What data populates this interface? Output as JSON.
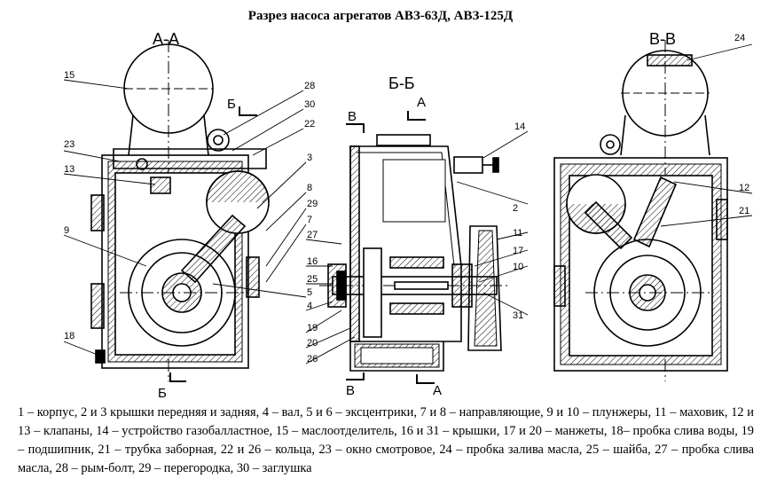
{
  "title": "Разрез насоса агрегатов АВЗ-63Д, АВЗ-125Д",
  "sections": {
    "aa": "А-А",
    "bb_mid": "Б-Б",
    "vv": "В-В",
    "b_top_left": "Б",
    "b_bottom_left": "Б",
    "a_top_mid": "А",
    "a_bottom_mid": "А",
    "v_top_mid": "В",
    "v_bottom_mid": "В"
  },
  "callouts": {
    "left": [
      "15",
      "28",
      "30",
      "22",
      "23",
      "13",
      "9",
      "18"
    ],
    "left_right_side": [
      "3",
      "8",
      "29",
      "7",
      "27",
      "16",
      "25",
      "5",
      "4",
      "19",
      "20",
      "26"
    ],
    "middle_right": [
      "14",
      "2",
      "11",
      "17",
      "10",
      "31"
    ],
    "right": [
      "24",
      "12",
      "21"
    ]
  },
  "legend": "1 – корпус, 2 и 3 крышки передняя и задняя, 4 – вал, 5 и 6 – эксцентрики, 7 и 8 – направляющие, 9 и 10 – плунжеры, 11 – маховик, 12 и 13 – клапаны, 14 – устройство газобалластное, 15 – маслоотделитель, 16 и 31 – крышки, 17 и 20 – манжеты, 18– пробка слива воды, 19 – подшипник, 21 – трубка заборная, 22 и 26 – кольца, 23 – окно смотровое, 24 – пробка залива масла, 25 – шайба, 27 – пробка слива масла, 28 – рым-болт, 29 – перегородка, 30 – заглушка"
}
